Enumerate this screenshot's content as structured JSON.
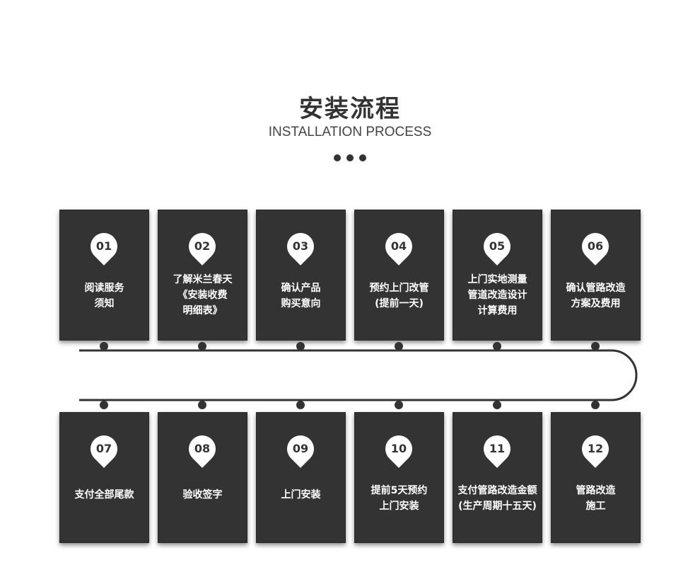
{
  "header": {
    "title": "安装流程",
    "subtitle": "INSTALLATION PROCESS"
  },
  "steps": [
    {
      "num": "01",
      "text": "阅读服务\n须知"
    },
    {
      "num": "02",
      "text": "了解米兰春天\n《安装收费\n明细表》"
    },
    {
      "num": "03",
      "text": "确认产品\n购买意向"
    },
    {
      "num": "04",
      "text": "预约上门改管\n(提前一天)"
    },
    {
      "num": "05",
      "text": "上门实地测量\n管道改造设计\n计算费用"
    },
    {
      "num": "06",
      "text": "确认管路改造\n方案及费用"
    },
    {
      "num": "07",
      "text": "支付全部尾款"
    },
    {
      "num": "08",
      "text": "验收签字"
    },
    {
      "num": "09",
      "text": "上门安装"
    },
    {
      "num": "10",
      "text": "提前5天预约\n上门安装"
    },
    {
      "num": "11",
      "text": "支付管路改造金额\n(生产周期十五天)"
    },
    {
      "num": "12",
      "text": "管路改造\n施工"
    }
  ]
}
